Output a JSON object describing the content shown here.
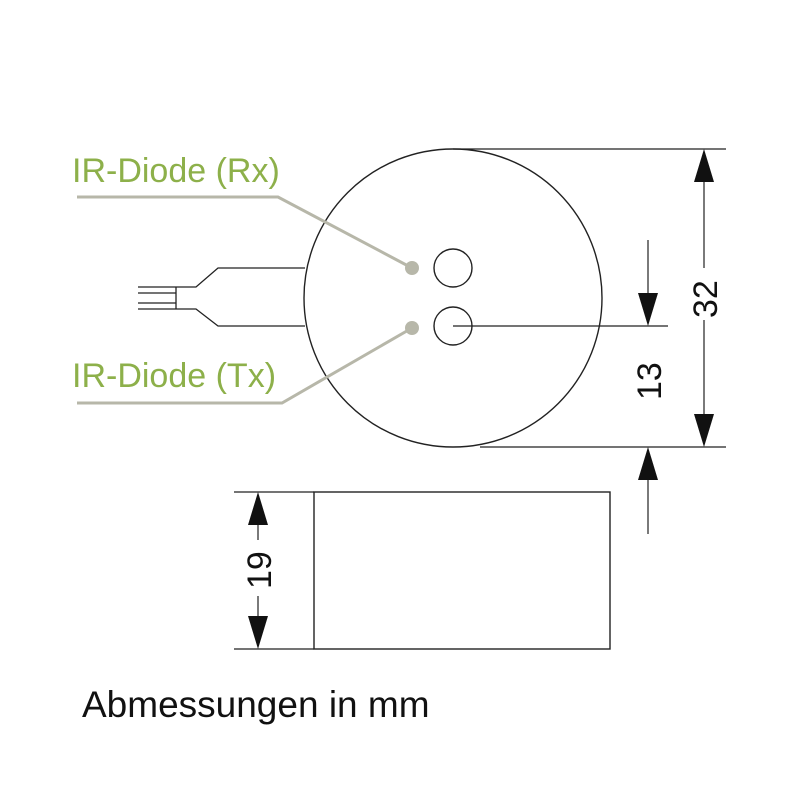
{
  "labels": {
    "rx": "IR-Diode (Rx)",
    "tx": "IR-Diode (Tx)"
  },
  "dimensions": {
    "diameter": "32",
    "offset": "13",
    "height": "19"
  },
  "caption": "Abmessungen in mm",
  "colors": {
    "label": "#8db04a",
    "leader": "#b7b7a9",
    "line": "#222222",
    "dot": "#b7b7a9"
  }
}
